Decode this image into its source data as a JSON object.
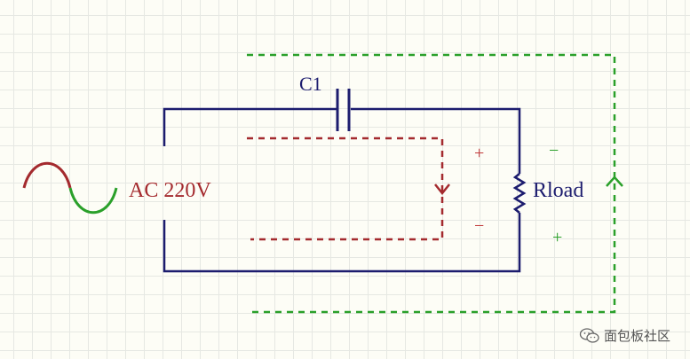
{
  "labels": {
    "capacitor": "C1",
    "source": "AC 220V",
    "load": "Rload",
    "red_plus": "+",
    "red_minus": "−",
    "green_minus": "−",
    "green_plus": "+"
  },
  "watermark": {
    "text": "面包板社区",
    "icon": "wechat-icon"
  },
  "colors": {
    "wire": "#1c1c6e",
    "red_path": "#a42a2e",
    "green_path": "#2aa02a",
    "source_label": "#a42a2e",
    "red_sign": "#c23a3a",
    "green_sign": "#2aa02a"
  }
}
